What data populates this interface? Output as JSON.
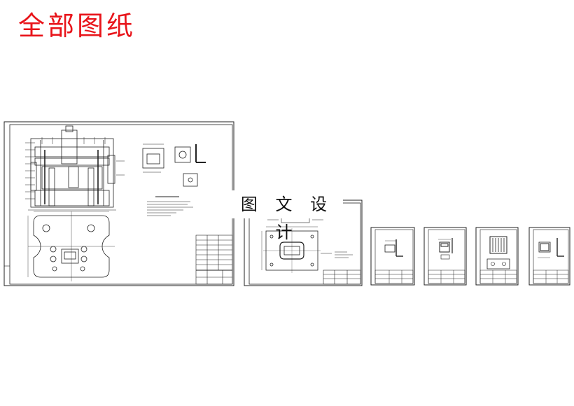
{
  "header": {
    "title": "全部图纸"
  },
  "watermark": {
    "text": "图 文 设 计"
  },
  "colors": {
    "title": "#e8141a",
    "line": "#222222",
    "background": "#ffffff"
  },
  "sheets": [
    {
      "name": "assembly-drawing"
    },
    {
      "name": "part-drawing-2"
    },
    {
      "name": "part-drawing-3"
    },
    {
      "name": "part-drawing-4"
    },
    {
      "name": "part-drawing-5"
    },
    {
      "name": "part-drawing-6"
    }
  ]
}
